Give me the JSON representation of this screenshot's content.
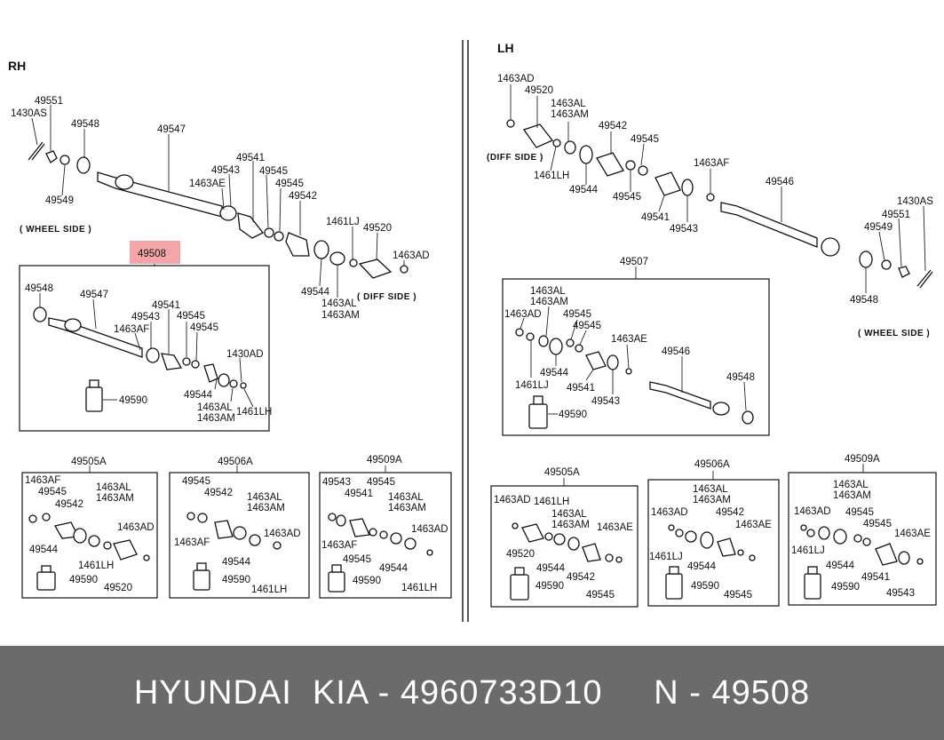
{
  "sections": {
    "rh": "RH",
    "lh": "LH"
  },
  "notes": {
    "rh_wheel": "( WHEEL SIDE )",
    "rh_diff": "( DIFF SIDE )",
    "lh_diff": "(DIFF SIDE )",
    "lh_wheel": "( WHEEL SIDE )"
  },
  "highlight": {
    "label": "49508",
    "color": "#f4a6a6"
  },
  "labels": {
    "rh_main": [
      "49551",
      "1430AS",
      "49548",
      "49547",
      "49549",
      "49541",
      "49543",
      "49545",
      "1463AE",
      "49545",
      "49542",
      "1461LJ",
      "49520",
      "1463AD",
      "49544",
      "1463AL",
      "1463AM"
    ],
    "rh_box": [
      "49548",
      "49547",
      "49541",
      "49543",
      "49545",
      "1463AF",
      "49545",
      "1430AD",
      "49544",
      "1463AL",
      "1463AM",
      "1461LH",
      "49590"
    ],
    "rh_sub1": [
      "49505A",
      "1463AF",
      "49545",
      "1463AL",
      "1463AM",
      "49542",
      "1463AD",
      "49544",
      "1461LH",
      "49590",
      "49520"
    ],
    "rh_sub2": [
      "49506A",
      "49545",
      "49542",
      "1463AL",
      "1463AM",
      "1463AF",
      "1463AD",
      "49544",
      "49590",
      "1461LH"
    ],
    "rh_sub3": [
      "49509A",
      "49543",
      "49545",
      "49541",
      "1463AL",
      "1463AM",
      "1463AF",
      "1463AD",
      "49545",
      "49544",
      "49590",
      "1461LH"
    ],
    "lh_main": [
      "1463AD",
      "49520",
      "1463AL",
      "1463AM",
      "49542",
      "49545",
      "1461LH",
      "49544",
      "49545",
      "1463AF",
      "49546",
      "1430AS",
      "49551",
      "49549",
      "49541",
      "49543",
      "49548"
    ],
    "lh_box": [
      "49507",
      "1463AL",
      "1463AM",
      "1463AD",
      "49545",
      "49545",
      "1463AE",
      "49546",
      "49544",
      "49548",
      "1461LJ",
      "49541",
      "49543",
      "49590"
    ],
    "lh_sub1": [
      "49505A",
      "1463AD",
      "1461LH",
      "1463AL",
      "1463AM",
      "1463AE",
      "49520",
      "49544",
      "49542",
      "49590",
      "49545"
    ],
    "lh_sub2": [
      "49506A",
      "1463AL",
      "1463AM",
      "1463AD",
      "49542",
      "1463AE",
      "1461LJ",
      "49544",
      "49590",
      "49545"
    ],
    "lh_sub3": [
      "49509A",
      "1463AL",
      "1463AM",
      "1463AD",
      "49545",
      "49545",
      "1463AE",
      "1461LJ",
      "49544",
      "49541",
      "49590",
      "49543"
    ]
  },
  "footer": {
    "text": "HYUNDAI  KIA - 4960733D10     N - 49508"
  }
}
